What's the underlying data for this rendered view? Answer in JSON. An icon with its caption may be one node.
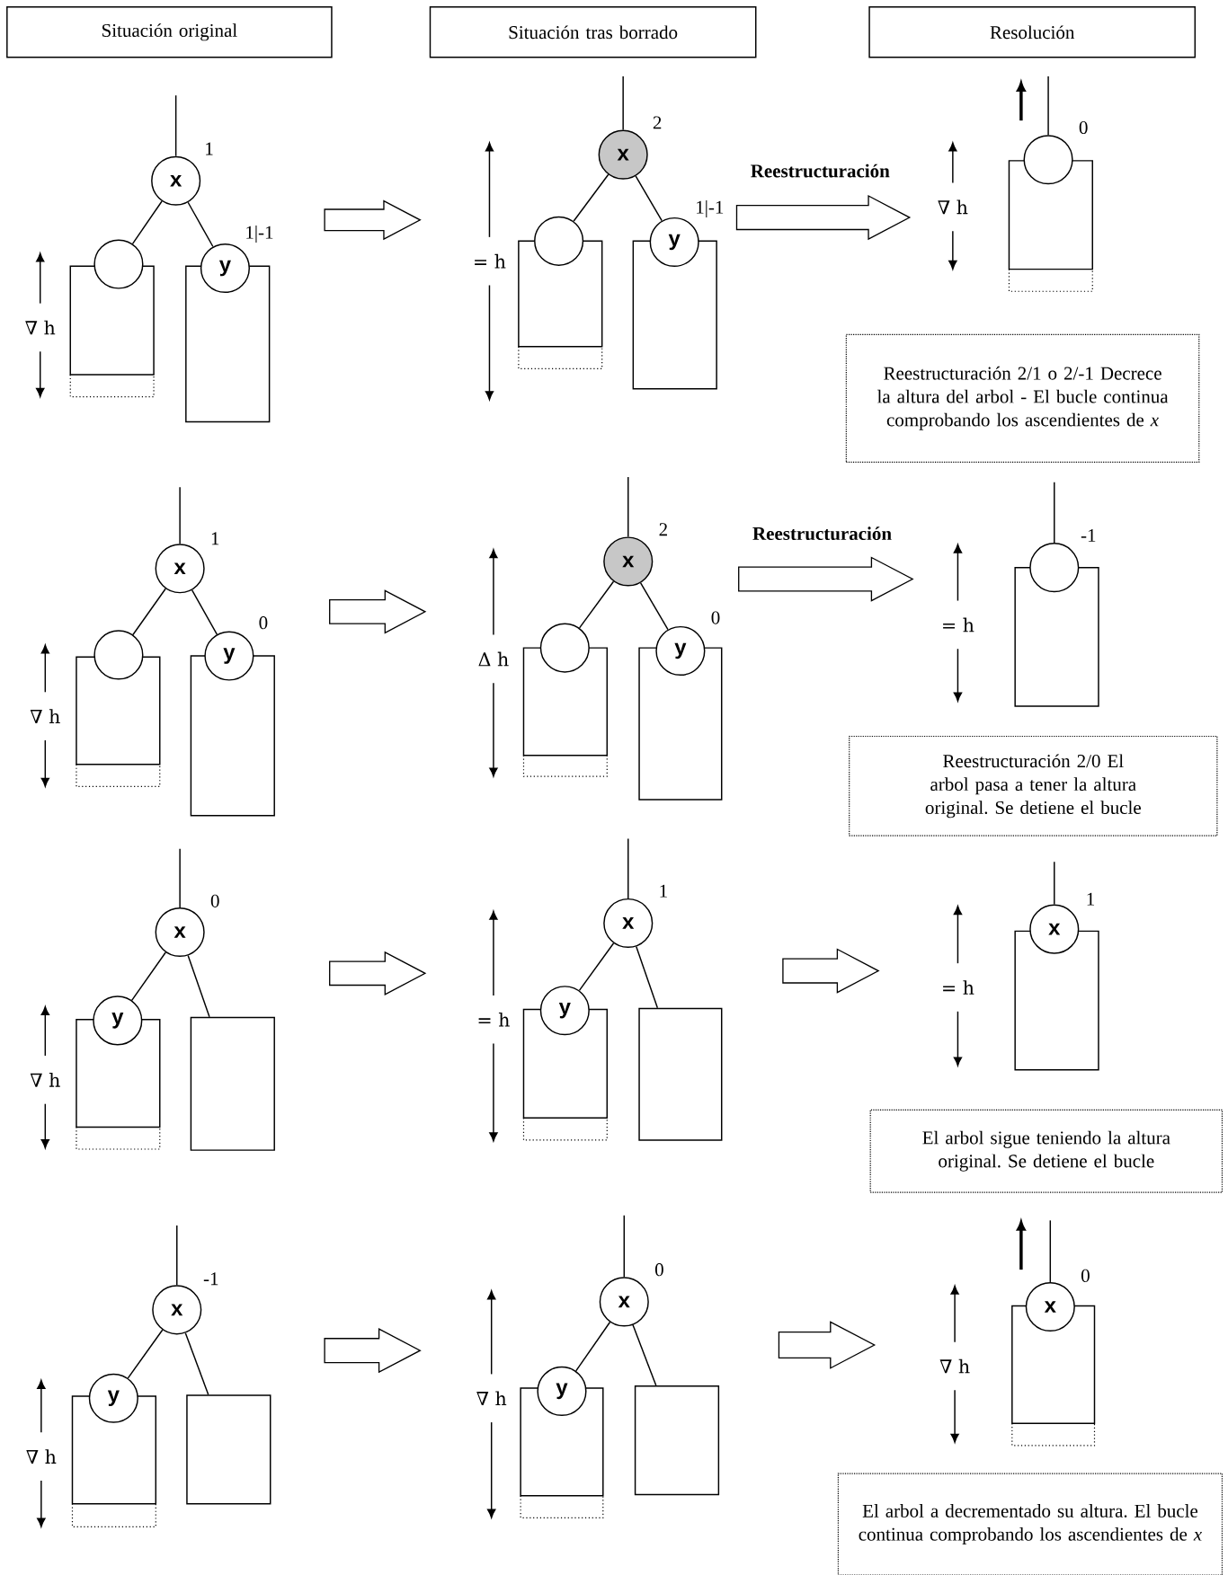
{
  "diagram": {
    "nodes": [
      {
        "text": [
          "Situación original"
        ]
      },
      {
        "text": [
          "Situación tras borrado"
        ]
      },
      {
        "text": [
          "Resolución"
        ]
      },
      {
        "text": [
          "x"
        ],
        "beside": [
          "1"
        ]
      },
      {
        "text": [],
        "shape": "circle"
      },
      {
        "text": [],
        "shape": "box"
      },
      {
        "text": [
          "y"
        ],
        "beside": [
          "1|-1"
        ]
      },
      {
        "text": [],
        "shape": "box"
      },
      {
        "text": [
          "x"
        ],
        "beside": [
          "2"
        ]
      },
      {
        "text": [],
        "shape": "circle"
      },
      {
        "text": [],
        "shape": "box"
      },
      {
        "text": [
          "y"
        ],
        "beside": [
          "1|-1"
        ]
      },
      {
        "text": [],
        "shape": "box"
      },
      {
        "text": [],
        "shape": "circle",
        "beside": [
          "0"
        ]
      },
      {
        "text": [],
        "shape": "box"
      },
      {
        "text": [
          "Reestructuración 2/1 o 2/-1 Decrece la altura del arbol - El bucle continua comprobando los ascendientes de *x*"
        ]
      },
      {
        "text": [
          "x"
        ],
        "beside": [
          "1"
        ]
      },
      {
        "text": [],
        "shape": "circle"
      },
      {
        "text": [],
        "shape": "box"
      },
      {
        "text": [
          "y"
        ],
        "beside": [
          "0"
        ]
      },
      {
        "text": [],
        "shape": "box"
      },
      {
        "text": [
          "x"
        ],
        "beside": [
          "2"
        ]
      },
      {
        "text": [],
        "shape": "circle"
      },
      {
        "text": [],
        "shape": "box"
      },
      {
        "text": [
          "y"
        ],
        "beside": [
          "0"
        ]
      },
      {
        "text": [],
        "shape": "box"
      },
      {
        "text": [],
        "shape": "circle",
        "beside": [
          "-1"
        ]
      },
      {
        "text": [],
        "shape": "box"
      },
      {
        "text": [
          "Reestructuración 2/0 El arbol pasa a tener la altura original. Se detiene el bucle"
        ]
      },
      {
        "text": [
          "x"
        ],
        "beside": [
          "0"
        ]
      },
      {
        "text": [
          "y"
        ]
      },
      {
        "text": [],
        "shape": "box"
      },
      {
        "text": [],
        "shape": "box"
      },
      {
        "text": [
          "x"
        ],
        "beside": [
          "1"
        ]
      },
      {
        "text": [
          "y"
        ]
      },
      {
        "text": [],
        "shape": "box"
      },
      {
        "text": [],
        "shape": "box"
      },
      {
        "text": [
          "x"
        ],
        "beside": [
          "1"
        ]
      },
      {
        "text": [],
        "shape": "box"
      },
      {
        "text": [
          "El arbol sigue teniendo la altura original. Se detiene el bucle"
        ]
      },
      {
        "text": [
          "x"
        ],
        "beside": [
          "-1"
        ]
      },
      {
        "text": [
          "y"
        ]
      },
      {
        "text": [],
        "shape": "box"
      },
      {
        "text": [],
        "shape": "box"
      },
      {
        "text": [
          "x"
        ],
        "beside": [
          "0"
        ]
      },
      {
        "text": [
          "y"
        ]
      },
      {
        "text": [],
        "shape": "box"
      },
      {
        "text": [],
        "shape": "box"
      },
      {
        "text": [
          "x"
        ],
        "beside": [
          "0"
        ]
      },
      {
        "text": [],
        "shape": "box"
      },
      {
        "text": [
          "El arbol a decrementado su altura. El bucle continua comprobando los ascendientes de *x*"
        ]
      }
    ],
    "edges": [
      {
        "from": null,
        "to": 3,
        "arrow": "none"
      },
      {
        "from": 3,
        "to": 4,
        "arrow": "none"
      },
      {
        "from": 3,
        "to": 6,
        "arrow": "none"
      },
      {
        "from": null,
        "to": 8,
        "arrow": "none"
      },
      {
        "from": 8,
        "to": 9,
        "arrow": "none"
      },
      {
        "from": 8,
        "to": 11,
        "arrow": "none"
      },
      {
        "from": null,
        "to": 13,
        "arrow": "none"
      },
      {
        "from": null,
        "to": 16,
        "arrow": "none"
      },
      {
        "from": 16,
        "to": 17,
        "arrow": "none"
      },
      {
        "from": 16,
        "to": 19,
        "arrow": "none"
      },
      {
        "from": null,
        "to": 21,
        "arrow": "none"
      },
      {
        "from": 21,
        "to": 22,
        "arrow": "none"
      },
      {
        "from": 21,
        "to": 24,
        "arrow": "none"
      },
      {
        "from": null,
        "to": 26,
        "arrow": "none"
      },
      {
        "from": null,
        "to": 29,
        "arrow": "none"
      },
      {
        "from": 29,
        "to": 30,
        "arrow": "none"
      },
      {
        "from": 29,
        "to": 32,
        "arrow": "none"
      },
      {
        "from": null,
        "to": 33,
        "arrow": "none"
      },
      {
        "from": 33,
        "to": 34,
        "arrow": "none"
      },
      {
        "from": 33,
        "to": 36,
        "arrow": "none"
      },
      {
        "from": null,
        "to": 37,
        "arrow": "none"
      },
      {
        "from": null,
        "to": 40,
        "arrow": "none"
      },
      {
        "from": 40,
        "to": 41,
        "arrow": "none"
      },
      {
        "from": 40,
        "to": 43,
        "arrow": "none"
      },
      {
        "from": null,
        "to": 44,
        "arrow": "none"
      },
      {
        "from": 44,
        "to": 45,
        "arrow": "none"
      },
      {
        "from": 44,
        "to": 47,
        "arrow": "none"
      },
      {
        "from": null,
        "to": 48,
        "arrow": "none"
      }
    ],
    "labels": [
      "∇ h",
      "= h",
      "Reestructuración",
      "∇ h",
      "∇ h",
      "Δ h",
      "Reestructuración",
      "= h",
      "∇ h",
      "= h",
      "= h",
      "∇ h",
      "∇ h",
      "∇ h"
    ]
  }
}
